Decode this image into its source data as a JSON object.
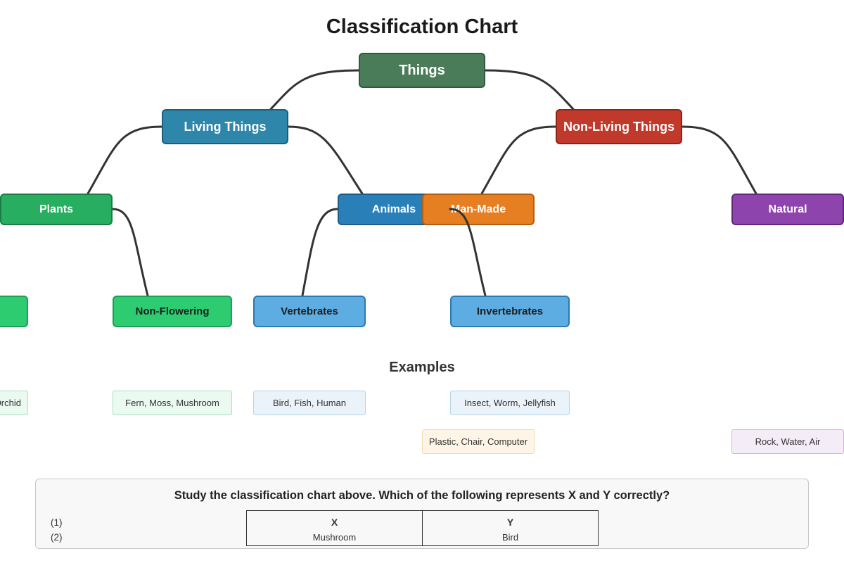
{
  "title": "Classification Chart",
  "nodes": {
    "things": "Things",
    "living": "Living Things",
    "nonliving": "Non-Living Things",
    "plants": "Plants",
    "animals": "Animals",
    "manmade": "Man-Made",
    "natural": "Natural",
    "nonflowering": "Non-Flowering",
    "vertebrates": "Vertebrates",
    "invertebrates": "Invertebrates"
  },
  "examples_title": "Examples",
  "examples": {
    "flowering": "Rose, Orchid",
    "nonflowering": "Fern, Moss, Mushroom",
    "vertebrates": "Bird, Fish, Human",
    "invertebrates": "Insect, Worm, Jellyfish",
    "manmade": "Plastic, Chair, Computer",
    "natural": "Rock, Water, Air"
  },
  "colors": {
    "things": "#4a7c59",
    "living": "#2e86ab",
    "nonliving": "#c0392b",
    "plants": "#27ae60",
    "animals": "#2980b9",
    "manmade": "#e67e22",
    "natural": "#8e44ad",
    "plant_sub": "#2ecc71",
    "animal_sub": "#5dade2",
    "link": "#333333"
  },
  "question": {
    "text": "Study the classification chart above. Which of the following represents X and Y correctly?",
    "options": [
      "(1)",
      "(2)"
    ],
    "table": {
      "headers": [
        "X",
        "Y"
      ],
      "row": [
        "Mushroom",
        "Bird"
      ]
    }
  }
}
